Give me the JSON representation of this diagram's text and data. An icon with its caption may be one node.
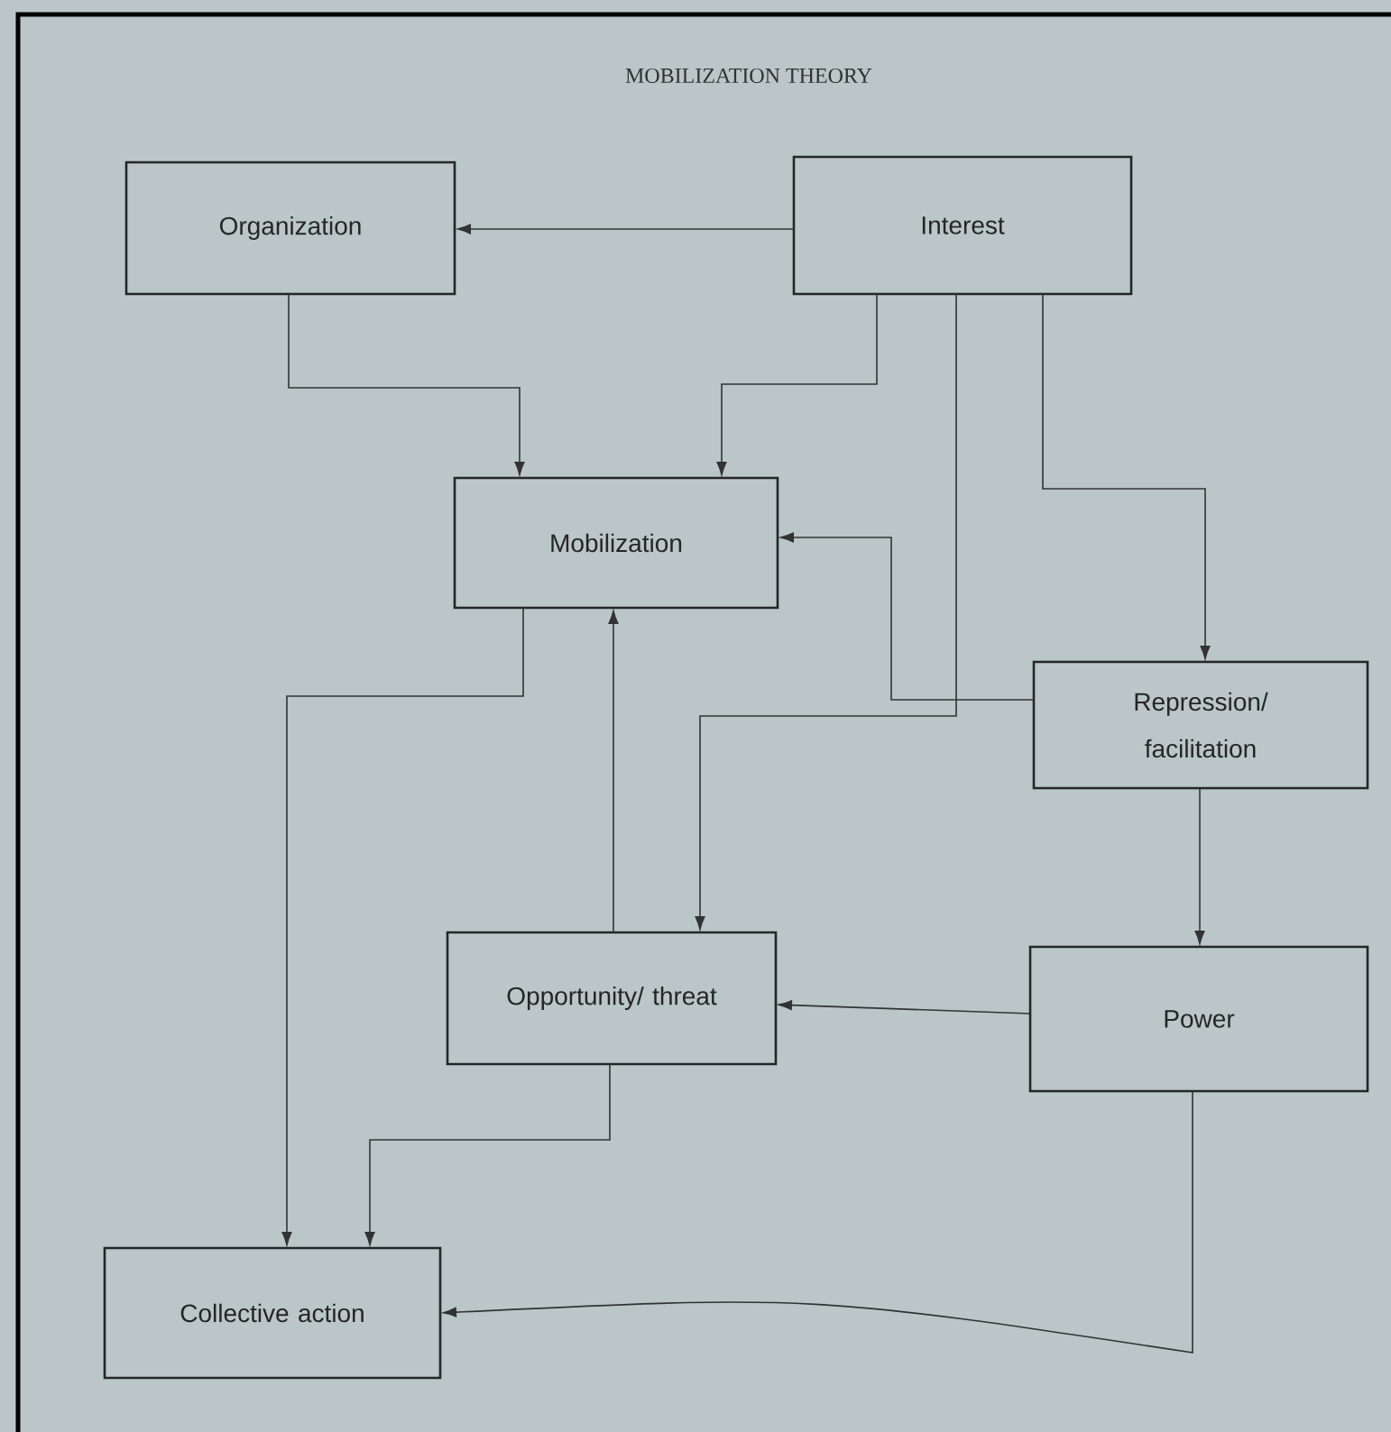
{
  "diagram": {
    "title": "MOBILIZATION THEORY",
    "nodes": [
      {
        "text": [
          "Organization"
        ]
      },
      {
        "text": [
          "Interest"
        ]
      },
      {
        "text": [
          "Mobilization"
        ]
      },
      {
        "text": [
          "Repression/ facilitation"
        ]
      },
      {
        "text": [
          "Opportunity/ threat"
        ]
      },
      {
        "text": [
          "Power"
        ]
      },
      {
        "text": [
          "Collective action"
        ]
      }
    ],
    "edges": [
      {
        "from": 1,
        "to": 0,
        "arrow": "to"
      },
      {
        "from": 0,
        "to": 2,
        "arrow": "to"
      },
      {
        "from": 1,
        "to": 2,
        "arrow": "to"
      },
      {
        "from": 1,
        "to": 4,
        "arrow": "to"
      },
      {
        "from": 1,
        "to": 3,
        "arrow": "to"
      },
      {
        "from": 3,
        "to": 2,
        "arrow": "to"
      },
      {
        "from": 4,
        "to": 2,
        "arrow": "to"
      },
      {
        "from": 2,
        "to": 6,
        "arrow": "to"
      },
      {
        "from": 4,
        "to": 6,
        "arrow": "to"
      },
      {
        "from": 5,
        "to": 4,
        "arrow": "to"
      },
      {
        "from": 3,
        "to": 5,
        "arrow": "to"
      },
      {
        "from": 5,
        "to": 6,
        "arrow": "to"
      }
    ]
  }
}
